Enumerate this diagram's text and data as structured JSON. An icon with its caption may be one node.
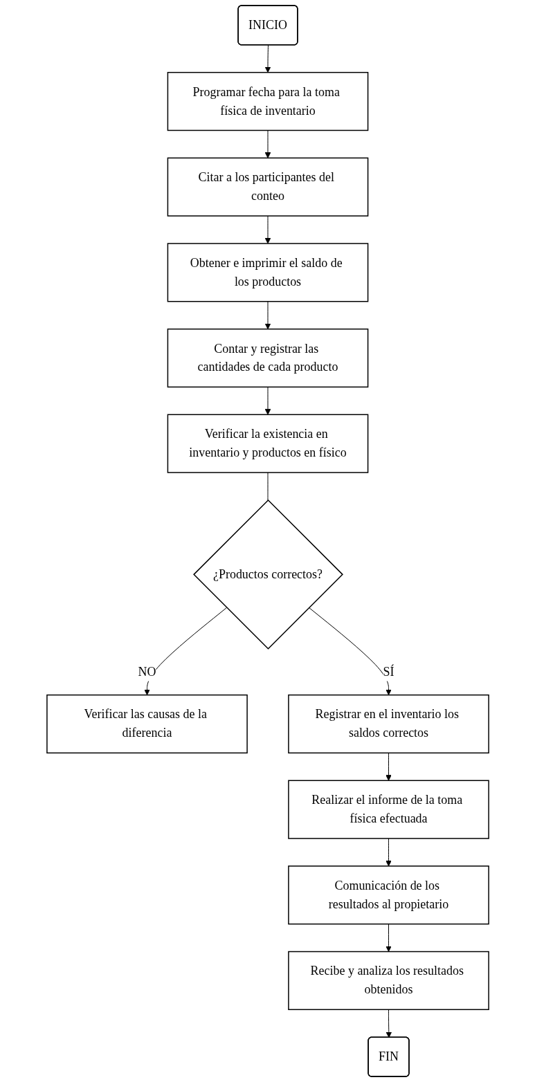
{
  "diagram": {
    "nodes": [
      {
        "text": [
          "INICIO"
        ]
      },
      {
        "text": [
          "Programar fecha para la toma física de inventario"
        ]
      },
      {
        "text": [
          "Citar a los participantes del conteo"
        ]
      },
      {
        "text": [
          "Obtener e imprimir el saldo de los productos"
        ]
      },
      {
        "text": [
          "Contar y registrar las cantidades de cada producto"
        ]
      },
      {
        "text": [
          "Verificar la existencia en inventario y productos en físico"
        ]
      },
      {
        "text": [
          "¿Productos correctos?"
        ]
      },
      {
        "text": [
          "Verificar las causas de la diferencia"
        ]
      },
      {
        "text": [
          "Registrar en el inventario los saldos correctos"
        ]
      },
      {
        "text": [
          "Realizar el informe de la toma física efectuada"
        ]
      },
      {
        "text": [
          "Comunicación de los resultados al propietario"
        ]
      },
      {
        "text": [
          "Recibe y analiza los resultados obtenidos"
        ]
      },
      {
        "text": [
          "FIN"
        ]
      }
    ],
    "edges": [
      {
        "from": 0,
        "to": 1,
        "arrow": "to"
      },
      {
        "from": 1,
        "to": 2,
        "arrow": "to"
      },
      {
        "from": 2,
        "to": 3,
        "arrow": "to"
      },
      {
        "from": 3,
        "to": 4,
        "arrow": "to"
      },
      {
        "from": 4,
        "to": 5,
        "arrow": "to"
      },
      {
        "from": 5,
        "to": 6,
        "arrow": "none"
      },
      {
        "from": 6,
        "to": 7,
        "arrow": "to",
        "label": "NO"
      },
      {
        "from": 6,
        "to": 8,
        "arrow": "to",
        "label": "SÍ"
      },
      {
        "from": 8,
        "to": 9,
        "arrow": "to"
      },
      {
        "from": 9,
        "to": 10,
        "arrow": "to"
      },
      {
        "from": 10,
        "to": 11,
        "arrow": "to"
      },
      {
        "from": 11,
        "to": 12,
        "arrow": "to"
      }
    ]
  }
}
